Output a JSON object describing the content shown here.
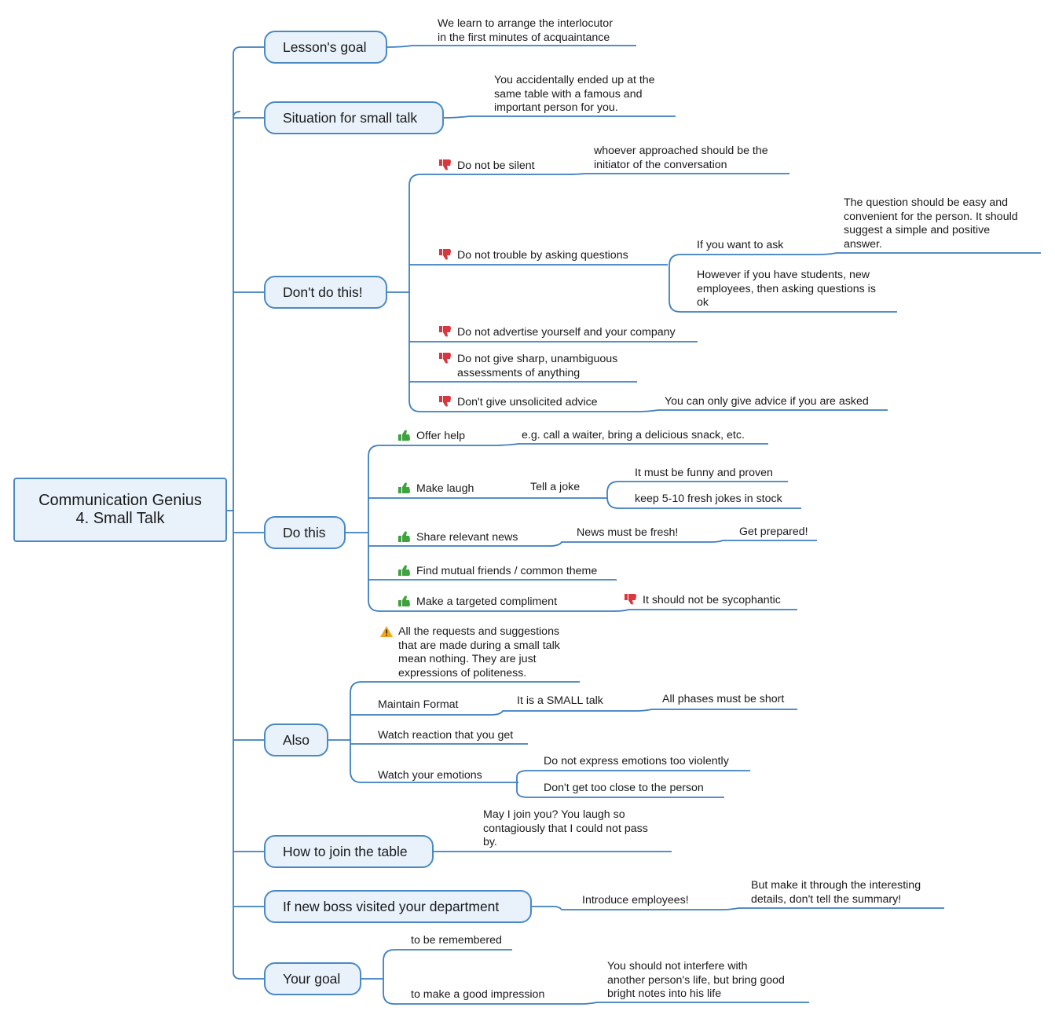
{
  "root": {
    "line1": "Communication Genius",
    "line2": "4. Small Talk"
  },
  "colors": {
    "line": "#3d7fbf",
    "topic_fill": "#e9f2fb",
    "thumb_down": "#d9363e",
    "thumb_up": "#3ea33e",
    "warning": "#f2a51c"
  },
  "topics": {
    "goal": {
      "label": "Lesson's goal",
      "note": [
        "We learn to arrange the interlocutor",
        "in the first minutes of acquaintance"
      ]
    },
    "situation": {
      "label": "Situation for small talk",
      "note": [
        "You accidentally ended up at the",
        "same table with a famous and",
        "important person for you."
      ]
    },
    "dont": {
      "label": "Don't do this!",
      "items": [
        {
          "text": "Do not be silent",
          "icon": "thumbs-down-icon",
          "note": [
            "whoever approached should be the",
            "initiator of the conversation"
          ]
        },
        {
          "text": "Do not trouble by asking questions",
          "icon": "thumbs-down-icon",
          "sub1": "If you want to ask",
          "sub1_note": [
            "The question should be easy and",
            "convenient for the person. It should",
            "suggest a simple and positive",
            "answer."
          ],
          "sub2": [
            "However if you have students, new",
            "employees, then asking questions is",
            "ok"
          ]
        },
        {
          "text": "Do not advertise yourself and your company",
          "icon": "thumbs-down-icon"
        },
        {
          "text": [
            "Do not give sharp, unambiguous",
            "assessments of anything"
          ],
          "icon": "thumbs-down-icon"
        },
        {
          "text": "Don't give unsolicited advice",
          "icon": "thumbs-down-icon",
          "note": "You can only give advice if you are asked"
        }
      ]
    },
    "do": {
      "label": "Do this",
      "items": [
        {
          "text": "Offer help",
          "icon": "thumbs-up-icon",
          "note": "e.g. call a waiter, bring a delicious snack, etc."
        },
        {
          "text": "Make laugh",
          "icon": "thumbs-up-icon",
          "sub": "Tell a joke",
          "sub_notes": [
            "It must be funny and proven",
            "keep 5-10 fresh jokes in stock"
          ]
        },
        {
          "text": "Share relevant news",
          "icon": "thumbs-up-icon",
          "sub": "News must be fresh!",
          "sub_note": "Get prepared!"
        },
        {
          "text": "Find mutual friends / common theme",
          "icon": "thumbs-up-icon"
        },
        {
          "text": "Make a targeted compliment",
          "icon": "thumbs-up-icon",
          "note": "It should not be sycophantic",
          "note_icon": "thumbs-down-icon"
        }
      ]
    },
    "also": {
      "label": "Also",
      "warning": [
        "All the requests and suggestions",
        "that are made during a small talk",
        "mean nothing. They are just",
        "expressions of politeness."
      ],
      "format": "Maintain Format",
      "format_sub": "It is a SMALL talk",
      "format_note": "All phases must be short",
      "reaction": "Watch reaction that you get",
      "emotions": "Watch your emotions",
      "emotions_subs": [
        "Do not express emotions too violently",
        "Don't get too close to the person"
      ]
    },
    "join": {
      "label": "How to join the table",
      "note": [
        "May I join you? You laugh so",
        "contagiously that I could not pass",
        "by."
      ]
    },
    "boss": {
      "label": "If new boss visited your department",
      "sub": "Introduce employees!",
      "note": [
        "But make it through the interesting",
        "details, don't tell the summary!"
      ]
    },
    "your_goal": {
      "label": "Your goal",
      "sub1": "to be remembered",
      "sub2": "to make a good impression",
      "note": [
        "You should not interfere with",
        "another person's life, but bring good",
        "bright notes into his life"
      ]
    }
  }
}
